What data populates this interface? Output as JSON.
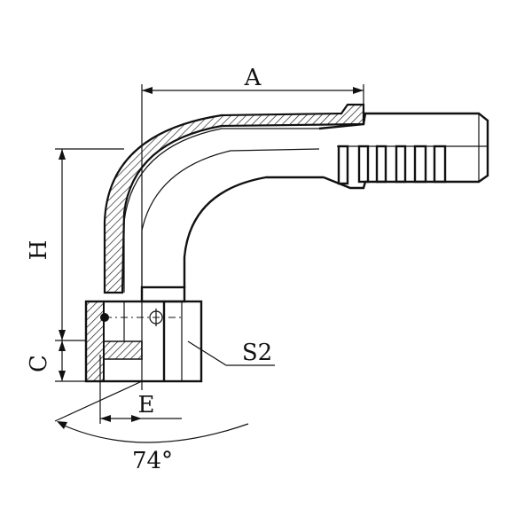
{
  "labels": {
    "a": "A",
    "h": "H",
    "c": "C",
    "e": "E",
    "s2": "S2",
    "angle": "74°",
    "phi": "Φ"
  }
}
